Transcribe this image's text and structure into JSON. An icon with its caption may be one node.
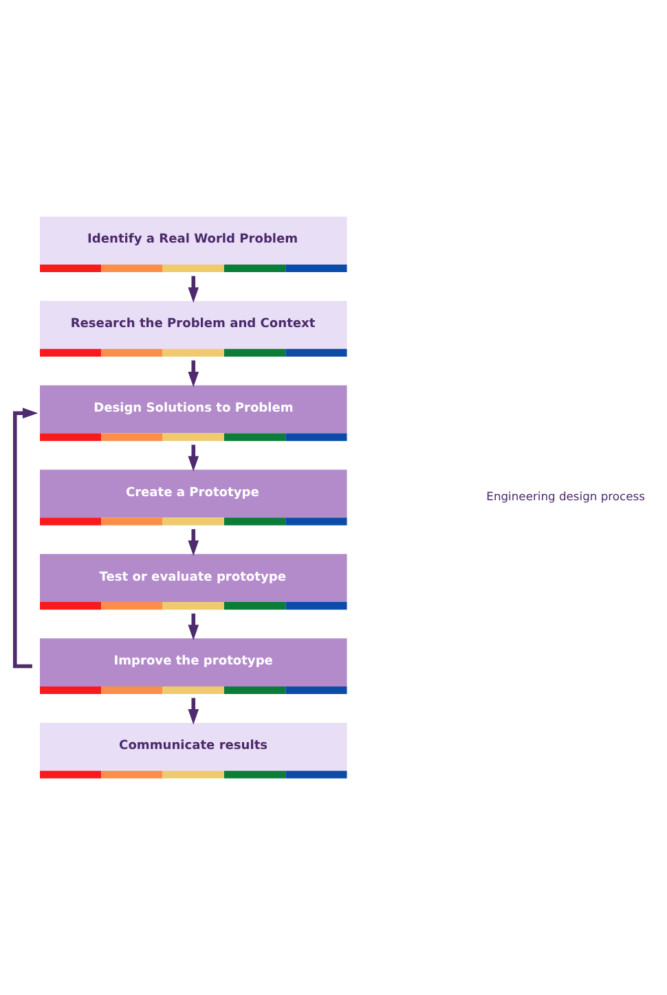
{
  "diagram": {
    "nodes": [
      {
        "text": [
          "Identify a Real World Problem"
        ]
      },
      {
        "text": [
          "Research the Problem and Context"
        ]
      },
      {
        "text": [
          "Design Solutions to Problem"
        ]
      },
      {
        "text": [
          "Create a Prototype"
        ]
      },
      {
        "text": [
          "Test or evaluate prototype"
        ]
      },
      {
        "text": [
          "Improve the prototype"
        ]
      },
      {
        "text": [
          "Communicate results"
        ]
      }
    ],
    "edges": [
      {
        "from": 0,
        "to": 1,
        "arrow": "to"
      },
      {
        "from": 1,
        "to": 2,
        "arrow": "to"
      },
      {
        "from": 2,
        "to": 3,
        "arrow": "to"
      },
      {
        "from": 3,
        "to": 4,
        "arrow": "to"
      },
      {
        "from": 4,
        "to": 5,
        "arrow": "to"
      },
      {
        "from": 5,
        "to": 6,
        "arrow": "to"
      },
      {
        "from": 5,
        "to": 2,
        "arrow": "to"
      }
    ],
    "labels": [
      "Engineering design process"
    ]
  }
}
